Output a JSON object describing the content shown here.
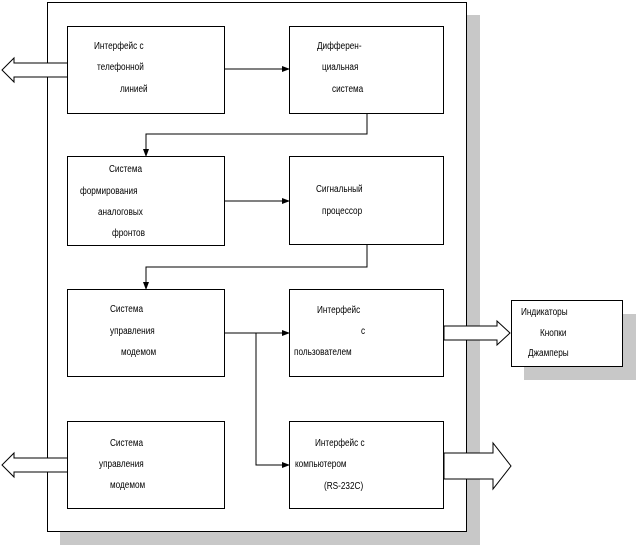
{
  "blocks": {
    "line_interface": [
      "Интерфейс с",
      "телефонной",
      "линией"
    ],
    "diff_system": [
      "Дифферен-",
      "циальная",
      "система"
    ],
    "analog_front": [
      "Система",
      "формирования",
      "аналоговых",
      "фронтов"
    ],
    "signal_processor": [
      "Сигнальный",
      "процессор"
    ],
    "modem_control_1": [
      "Система",
      "управления",
      "модемом"
    ],
    "user_interface": [
      "Интерфейс",
      "с",
      "пользователем"
    ],
    "modem_control_2": [
      "Система",
      "управления",
      "модемом"
    ],
    "computer_interface": [
      "Интерфейс с",
      "компьютером",
      "(RS-232C)"
    ],
    "indicators": [
      "Индикаторы",
      "Кнопки",
      "Джамперы"
    ]
  }
}
